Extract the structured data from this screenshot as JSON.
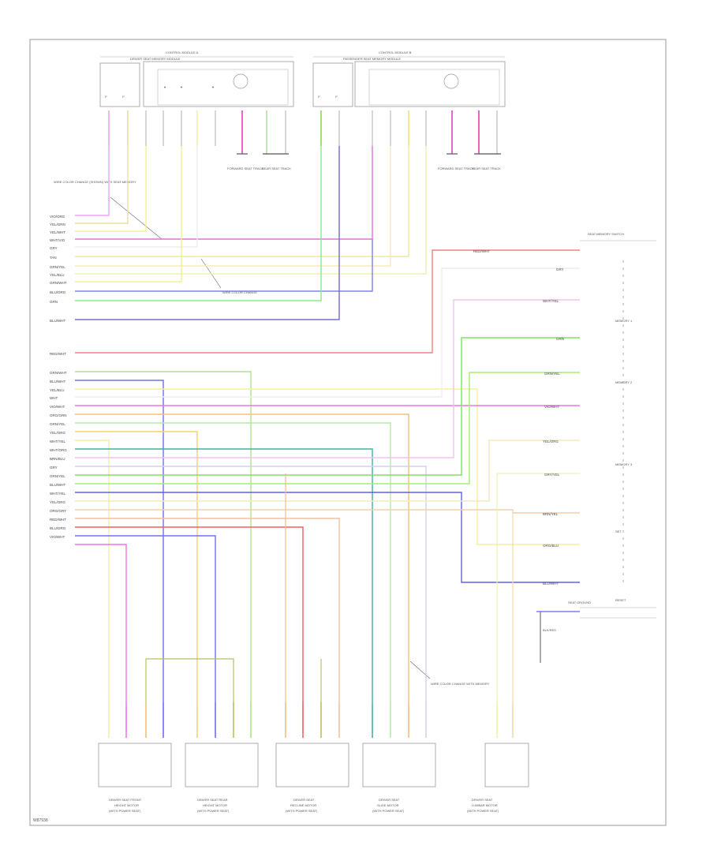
{
  "diagram": {
    "footer_code": "W87938",
    "top_modules": [
      {
        "title": "CONTROL MODULE A",
        "subtitle": "DRIVER SEAT MEMORY MODULE"
      },
      {
        "title": "CONTROL MODULE B",
        "subtitle": "PASSENGER SEAT MEMORY MODULE"
      }
    ],
    "ground_labels": [
      "FORWARD SEAT TRACK",
      "REAR SEAT TRACK",
      "FORWARD SEAT TRACK",
      "REAR SEAT TRACK"
    ],
    "callouts": {
      "top_left": "WIRE COLOR CHANGE (SHOWN) WITH SEAT MEMORY",
      "mid": "WIRE COLOR CHANGE",
      "bottom": "WIRE COLOR CHANGE WITH MEMORY"
    },
    "left_wires_top": [
      "VIO/ORG",
      "YEL/GRN",
      "YEL/WHT",
      "WHT/VIO",
      "GRY",
      "TAN",
      "GRN/YEL",
      "YEL/BLU",
      "GRN/WHT",
      "BLU/ORG",
      "GRN",
      "BLU/WHT"
    ],
    "red_wire": "RED/WHT",
    "left_wires_bottom": [
      "GRN/WHT",
      "BLU/WHT",
      "YEL/BLU",
      "WHT",
      "VIO/WHT",
      "ORG/GRN",
      "GRN/YEL",
      "YEL/ORG",
      "WHT/YEL",
      "WHT/ORG",
      "BRN/BLU",
      "GRY",
      "GRN/YEL",
      "BLU/WHT",
      "WHT/YEL",
      "YEL/ORG",
      "ORG/GRY",
      "RED/WHT",
      "BLU/ORG",
      "VIO/WHT"
    ],
    "right_switch": {
      "title": "SEAT MEMORY SWITCH",
      "ground_label": "SEAT GROUND",
      "connector_label": "BLK/RED",
      "wires": [
        "RED/WHT",
        "GRY",
        "WHT/YEL",
        "GRN",
        "GRN/YEL",
        "VIO/WHT",
        "YEL/ORG",
        "GRY/YEL",
        "BRN/YEL",
        "ORG/BLU",
        "BLU/WHT"
      ],
      "switch_labels": [
        "MEMORY 1",
        "MEMORY 2",
        "MEMORY 3",
        "SET",
        "RESET"
      ]
    },
    "bottom_motors": [
      {
        "line1": "DRIVER SEAT FRONT",
        "line2": "HEIGHT MOTOR",
        "line3": "(WITH POWER SEAT)"
      },
      {
        "line1": "DRIVER SEAT REAR",
        "line2": "HEIGHT MOTOR",
        "line3": "(WITH POWER SEAT)"
      },
      {
        "line1": "DRIVER SEAT",
        "line2": "RECLINE MOTOR",
        "line3": "(WITH POWER SEAT)"
      },
      {
        "line1": "DRIVER SEAT",
        "line2": "SLIDE MOTOR",
        "line3": "(WITH POWER SEAT)"
      },
      {
        "line1": "DRIVER SEAT",
        "line2": "LUMBAR MOTOR",
        "line3": "(WITH POWER SEAT)"
      }
    ]
  }
}
